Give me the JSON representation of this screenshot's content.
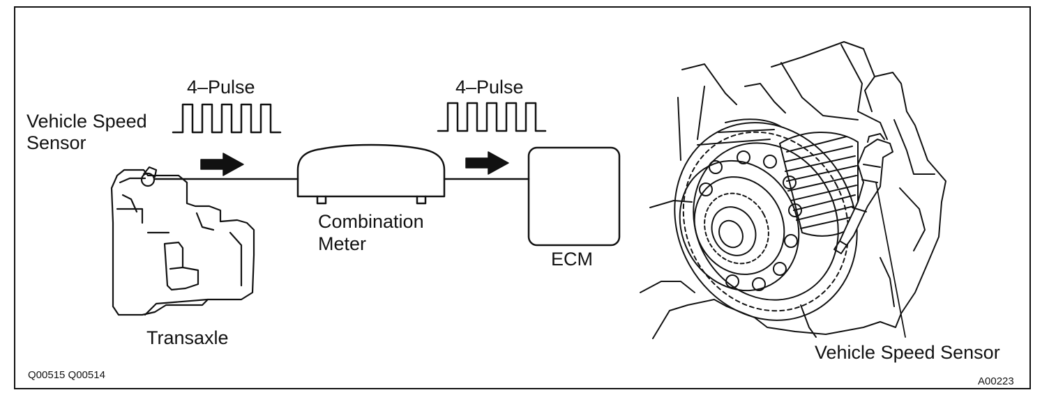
{
  "labels": {
    "vss_left_line1": "Vehicle Speed",
    "vss_left_line2": "Sensor",
    "pulse_left": "4–Pulse",
    "pulse_right": "4–Pulse",
    "combination_line1": "Combination",
    "combination_line2": "Meter",
    "ecm": "ECM",
    "transaxle": "Transaxle",
    "vss_right": "Vehicle Speed Sensor"
  },
  "figure_codes": {
    "left": "Q00515  Q00514",
    "right": "A00223"
  },
  "colors": {
    "ink": "#111111",
    "paper": "#ffffff"
  }
}
